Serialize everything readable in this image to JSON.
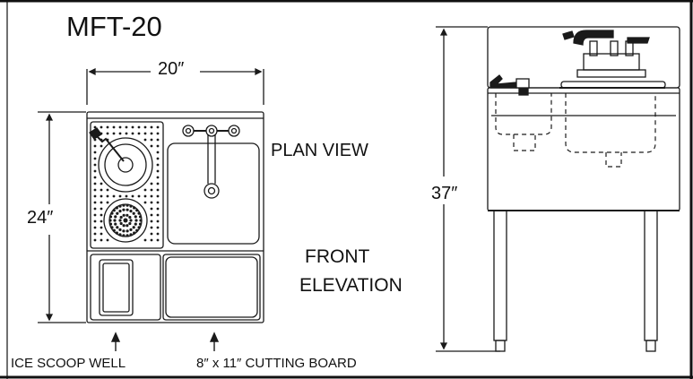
{
  "title": "MFT-20",
  "dimensions": {
    "width": "20″",
    "depth": "24″",
    "height": "37″"
  },
  "labels": {
    "plan_view": "PLAN VIEW",
    "front_elevation_line1": "FRONT",
    "front_elevation_line2": "ELEVATION",
    "ice_scoop_well": "ICE SCOOP WELL",
    "cutting_board": "8″ x 11″ CUTTING BOARD"
  },
  "colors": {
    "line": "#1a1a1a",
    "background": "#ffffff"
  }
}
